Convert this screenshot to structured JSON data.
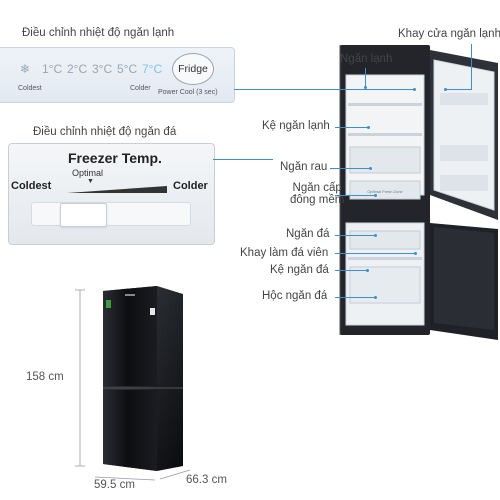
{
  "fridge_control": {
    "title": "Điều chỉnh nhiệt độ ngăn lạnh",
    "levels": [
      "1°C",
      "2°C",
      "3°C",
      "5°C",
      "7°C"
    ],
    "coldest_label": "Coldest",
    "colder_label": "Colder",
    "button_label": "Fridge",
    "power_cool_label": "Power Cool (3 sec)"
  },
  "freezer_control": {
    "title": "Điều chỉnh nhiệt độ ngăn đá",
    "heading": "Freezer Temp.",
    "optimal_label": "Optimal",
    "coldest_label": "Coldest",
    "colder_label": "Colder"
  },
  "dimensions": {
    "height": "158 cm",
    "width": "59.5 cm",
    "depth": "66.3 cm"
  },
  "callouts": {
    "fridge_compartment": "Ngăn lạnh",
    "door_tray": "Khay cửa ngăn lạnh",
    "fridge_shelf": "Kệ ngăn lạnh",
    "vegetable_drawer": "Ngăn rau",
    "soft_freeze_line1": "Ngăn cấp",
    "soft_freeze_line2": "đông mềm",
    "freezer_compartment": "Ngăn đá",
    "ice_tray": "Khay làm đá viên",
    "freezer_shelf": "Kệ ngăn đá",
    "freezer_drawer": "Hộc ngăn đá"
  },
  "colors": {
    "callout_line": "#3a8fd0",
    "fridge_body": "#1b1d22"
  }
}
